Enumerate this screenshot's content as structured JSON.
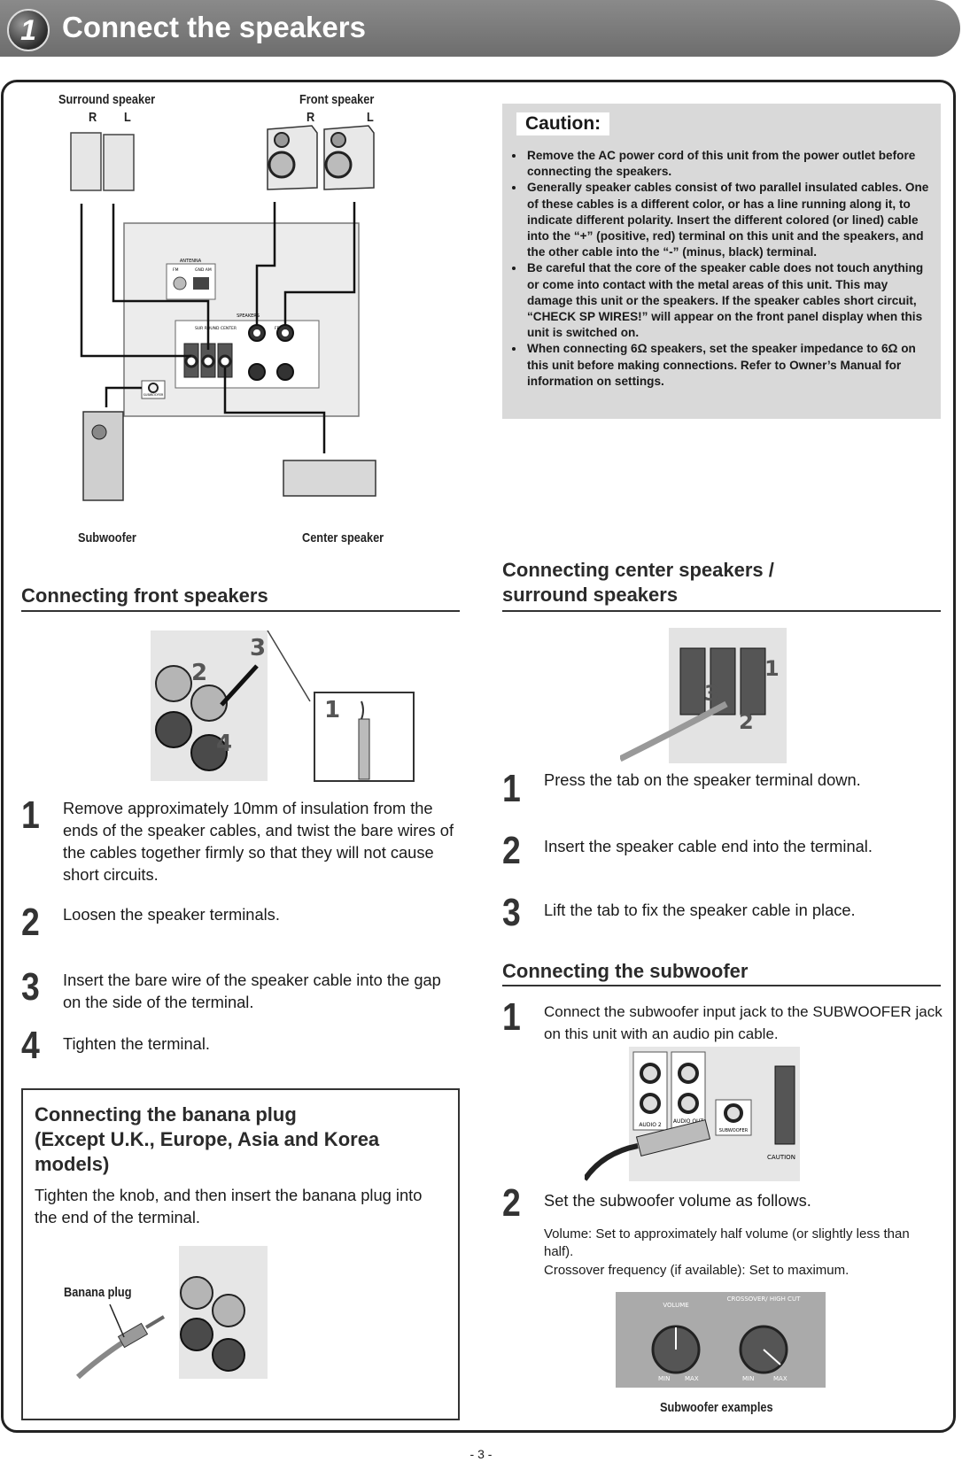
{
  "header": {
    "step_number": "1",
    "title": "Connect the speakers"
  },
  "diagram": {
    "surround_label": "Surround speaker",
    "surround_r": "R",
    "surround_l": "L",
    "front_label": "Front speaker",
    "front_r": "R",
    "front_l": "L",
    "subwoofer_label": "Subwoofer",
    "center_label": "Center speaker",
    "antenna": "ANTENNA",
    "fm": "FM",
    "gnd_am": "GND  AM",
    "speakers": "SPEAKERS",
    "sur_cen": "SUR  ROUND  CENTER",
    "front": "FRONT",
    "subwoofer_jack": "SUBWOOFER"
  },
  "caution": {
    "title": "Caution:",
    "items": [
      "Remove the AC power cord of this unit from the power outlet before connecting the speakers.",
      "Generally speaker cables consist of two parallel insulated cables. One of these cables is a different color, or has a line running along it, to indicate different polarity. Insert the different colored (or lined) cable into the “+” (positive, red) terminal on this unit and the speakers, and the other cable into the “-” (minus, black) terminal.",
      "Be careful that the core of the speaker cable does not touch anything or come into contact with the metal areas of this unit. This may damage this unit or the speakers. If the speaker cables short circuit, “CHECK SP WIRES!” will appear on the front panel display when this unit is switched on.",
      "When connecting 6Ω speakers, set the speaker impedance to 6Ω on this unit before making connections. Refer to Owner’s Manual for information on settings."
    ]
  },
  "front_section": {
    "title": "Connecting front speakers",
    "callouts": [
      "1",
      "2",
      "3",
      "4"
    ],
    "steps": [
      {
        "num": "1",
        "text": "Remove approximately 10mm of insulation from the ends of the speaker cables, and twist the bare wires of the cables together firmly so that they will not cause short circuits."
      },
      {
        "num": "2",
        "text": "Loosen the speaker terminals."
      },
      {
        "num": "3",
        "text": "Insert the bare wire of the speaker cable into the gap on the side of the terminal."
      },
      {
        "num": "4",
        "text": "Tighten the terminal."
      }
    ]
  },
  "banana_section": {
    "title_line1": "Connecting the banana plug",
    "title_line2": "(Except U.K., Europe, Asia and Korea",
    "title_line3": "models)",
    "text": "Tighten the knob, and then insert the banana plug into the end of the terminal.",
    "plug_label": "Banana plug"
  },
  "center_section": {
    "title_line1": "Connecting center speakers /",
    "title_line2": "surround speakers",
    "callouts": [
      "1",
      "2",
      "3"
    ],
    "steps": [
      {
        "num": "1",
        "text": "Press the tab on the speaker terminal down."
      },
      {
        "num": "2",
        "text": "Insert the speaker cable end into the terminal."
      },
      {
        "num": "3",
        "text": "Lift the tab to fix the speaker cable in place."
      }
    ]
  },
  "subwoofer_section": {
    "title": "Connecting the subwoofer",
    "step1_num": "1",
    "step1_text": "Connect the subwoofer input jack to the SUBWOOFER jack on this unit with an audio pin cable.",
    "step2_num": "2",
    "step2_text": "Set the subwoofer volume as follows.",
    "volume_text": "Volume: Set to approximately half volume (or slightly less than half).",
    "crossover_text": "Crossover frequency (if available): Set to maximum.",
    "jack_labels": {
      "audio2": "AUDIO 2",
      "audio_out": "AUDIO OUT",
      "subwoofer": "SUBWOOFER",
      "caution": "CAUTION"
    },
    "knobs": {
      "volume": "VOLUME",
      "crossover": "CROSSOVER/ HIGH CUT",
      "min": "MIN",
      "max": "MAX"
    },
    "example_label": "Subwoofer examples"
  },
  "footer": {
    "page": "- 3 -"
  }
}
